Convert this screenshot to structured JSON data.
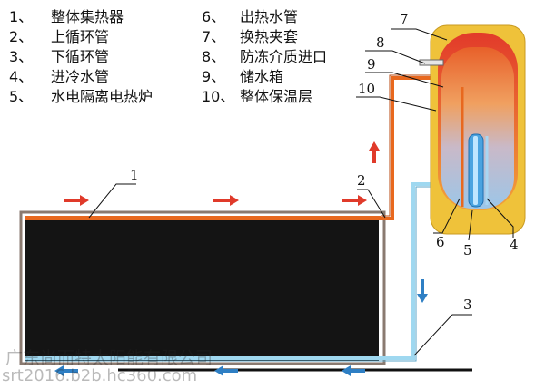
{
  "legend_left": [
    {
      "num": "1、",
      "text": "整体集热器"
    },
    {
      "num": "2、",
      "text": "上循环管"
    },
    {
      "num": "3、",
      "text": "下循环管"
    },
    {
      "num": "4、",
      "text": "进冷水管"
    },
    {
      "num": "5、",
      "text": "水电隔离电热炉"
    }
  ],
  "legend_right": [
    {
      "num": "6、",
      "text": "出热水管"
    },
    {
      "num": "7、",
      "text": "换热夹套"
    },
    {
      "num": "8、",
      "text": "防冻介质进口"
    },
    {
      "num": "9、",
      "text": "储水箱"
    },
    {
      "num": "10、",
      "text": "整体保温层"
    }
  ],
  "callouts": {
    "c1": "1",
    "c2": "2",
    "c3": "3",
    "c4": "4",
    "c5": "5",
    "c6": "6",
    "c7": "7",
    "c8": "8",
    "c9": "9",
    "c10": "10"
  },
  "watermark": {
    "line1": "广东尚而特太阳能有限公司",
    "line2": "srt2016.b2b.hc360.com"
  },
  "colors": {
    "hot_pipe": "#e8681e",
    "cold_pipe": "#9fd8f0",
    "collector": "#141414",
    "insulation": "#efc23a",
    "arrow_hot": "#e03a2a",
    "arrow_cold": "#2e7fc4"
  }
}
